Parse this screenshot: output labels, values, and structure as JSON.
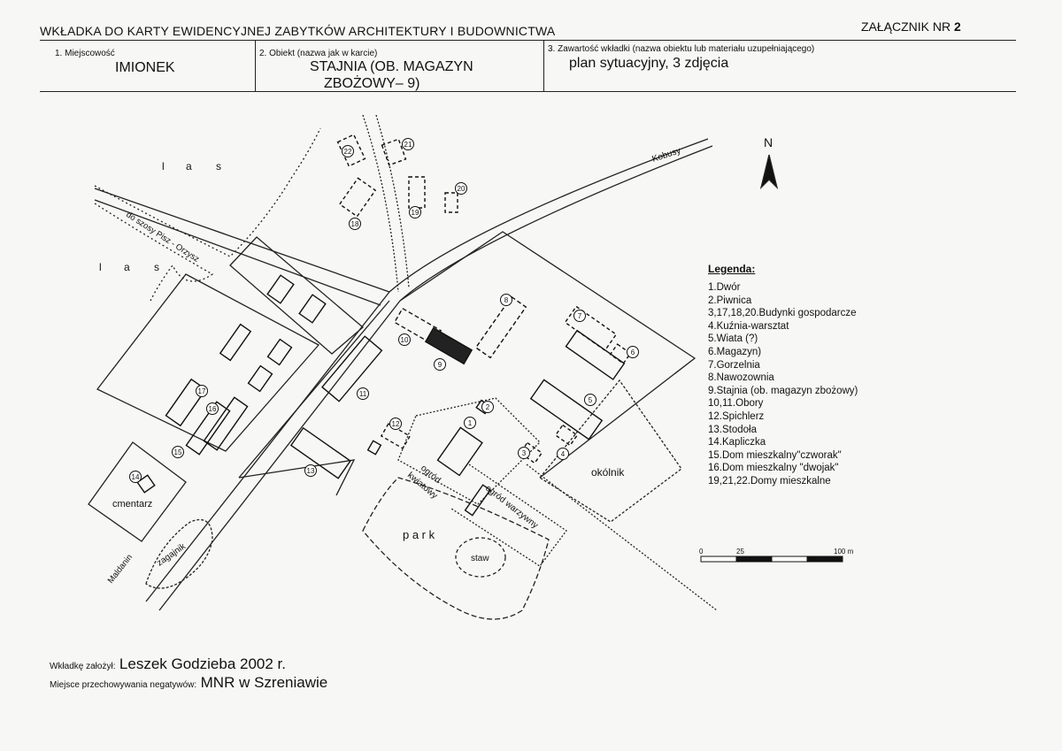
{
  "header": {
    "title": "WKŁADKA DO KARTY EWIDENCYJNEJ ZABYTKÓW ARCHITEKTURY I BUDOWNICTWA",
    "annex": "ZAŁĄCZNIK NR",
    "annex_no": "2"
  },
  "fields": {
    "locality_label": "1. Miejscowość",
    "locality_value": "IMIONEK",
    "object_label": "2. Obiekt (nazwa jak w karcie)",
    "object_value_line1": "STAJNIA (OB. MAGAZYN",
    "object_value_line2": "ZBOŻOWY– 9)",
    "content_label": "3. Zawartość wkładki (nazwa obiektu lub materiału uzupełniającego)",
    "content_value": "plan sytuacyjny, 3 zdjęcia"
  },
  "map": {
    "north": "N",
    "road_labels": {
      "kobusy": "Kobusy",
      "pisz_orzysz": "do szosy Pisz - Orzysz",
      "maldanin": "Maldanin"
    },
    "area_labels": {
      "las1_l": "l",
      "las1_a": "a",
      "las1_s": "s",
      "las2_l": "l",
      "las2_a": "a",
      "las2_s": "s",
      "cmentarz": "cmentarz",
      "zagajnik": "zagajnik",
      "park": "p a r k",
      "staw": "staw",
      "ogrod_kwiatowy_1": "ogród",
      "ogrod_kwiatowy_2": "kwiatowy",
      "ogrod_warzywny": "ogród warzywny",
      "okolnik": "okólnik"
    },
    "markers": [
      "1",
      "2",
      "3",
      "4",
      "5",
      "6",
      "7",
      "8",
      "9",
      "10",
      "11",
      "12",
      "13",
      "14",
      "15",
      "16",
      "17",
      "18",
      "19",
      "20",
      "21",
      "22"
    ],
    "legend": {
      "title": "Legenda:",
      "items": [
        "1.Dwór",
        "2.Piwnica",
        "3,17,18,20.Budynki gospodarcze",
        "4.Kuźnia-warsztat",
        "5.Wiata (?)",
        "6.Magazyn)",
        "7.Gorzelnia",
        "8.Nawozownia",
        "9.Stajnia (ob. magazyn zbożowy)",
        "10,11.Obory",
        "12.Spichlerz",
        "13.Stodoła",
        "14.Kapliczka",
        "15.Dom mieszkalny\"czworak\"",
        "16.Dom mieszkalny \"dwojak\"",
        "19,21,22.Domy mieszkalne"
      ]
    },
    "scale": {
      "s0": "0",
      "s25": "25",
      "s100": "100 m"
    }
  },
  "footer": {
    "created_label": "Wkładkę założył:",
    "created_value": "Leszek Godzieba 2002 r.",
    "storage_label": "Miejsce przechowywania negatywów:",
    "storage_value": "MNR w Szreniawie"
  }
}
